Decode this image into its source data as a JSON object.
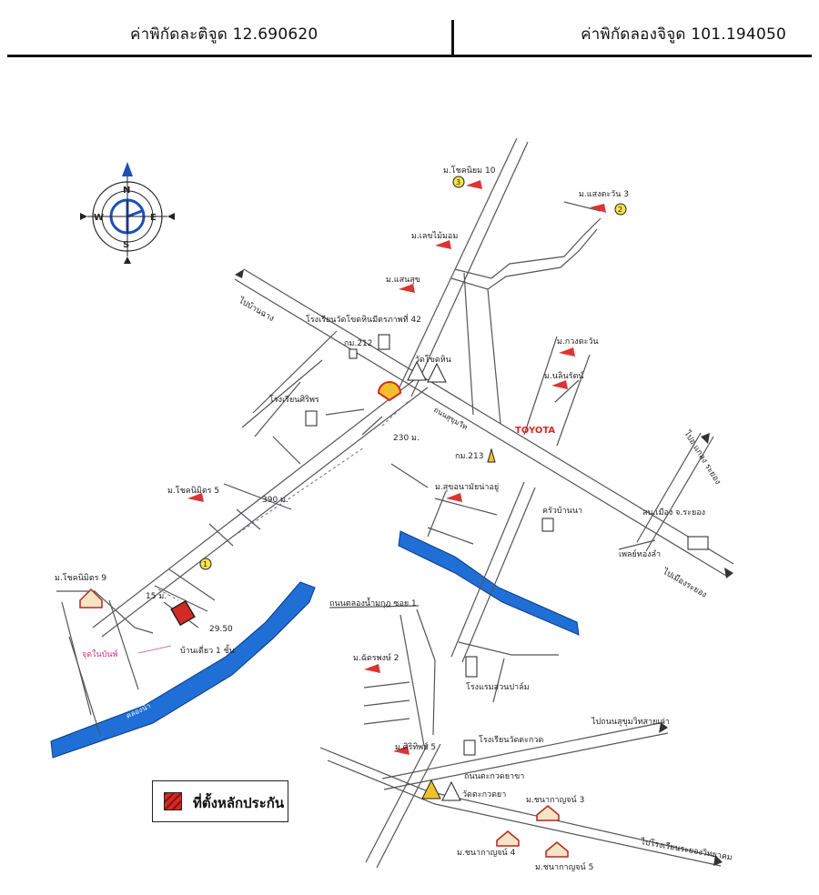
{
  "header": {
    "latitude": "ค่าพิกัดละติจูด 12.690620",
    "longitude": "ค่าพิกัดลองจิจูด 101.194050"
  },
  "compass": {
    "n": "N",
    "s": "S",
    "e": "E",
    "w": "W"
  },
  "labels": {
    "village_chokniyom10": "ม.โชคนิยม 10",
    "village_sengtawan3": "ม.แสงตะวัน 3",
    "village_bapiom": "ม.เลขไม้มอม",
    "village_saensuk": "ม.แสนสุข",
    "school42": "โรงเรียนวัดโขดหินมีตรภาพที่ 42",
    "police212": "กม.212",
    "school_sirikorn": "โรงเรียนศิริพร",
    "temple_khodhin": "วัดโขดหิน",
    "village_kwangtawan": "ม.กวงตะวัน",
    "village_nilrat": "ม.นลินรัตน์",
    "toyota": "TOYOTA",
    "km213": "กม.213",
    "village_suanpattana": "ม.สุขอนามัยน่าอยู่",
    "krua_baannah": "ครัวบ้านนา",
    "village_choknimit5": "ม.โชคนิมิตร 5",
    "village_choknimit9": "ม.โชคนิมิตร 9",
    "to_bankhai": "ไปบ้านฉาง",
    "to_rayong_city": "ไปเมืองระยอง",
    "to_rayong_right": "ไปอ.แกลง ระยอง",
    "rayong_city": "สน.เมือง จ.ระยอง",
    "plaza": "เพลย์ทองลำ",
    "dist_230": "230 ม.",
    "dist_390": "390 ม.",
    "dist_15": "15 ม.",
    "dist_29": "29.50",
    "house_label": "บ้านเดี่ยว 1 ชั้น",
    "ugc_label": "จุดในบันพ์",
    "soi1": "ถนนตลองน้ำมกุฎ ซอย 1",
    "village_chattraphong2": "ม.ฉัตรพงษ์ 2",
    "condo": "โรงแรมสวนปาล์ม",
    "village_siritip5": "ม.ศิริทิพย์ 5",
    "school_thukkrada": "โรงเรียนวัดตะกวด",
    "road_kradai": "ถนนตะกวดยาขา",
    "temple_kradai": "วัดตะกวดยา",
    "village_chanakan3": "ม.ชนากาญจน์ 3",
    "village_chanakan4": "ม.ชนากาญจน์ 4",
    "village_chanakan5": "ม.ชนากาญจน์ 5",
    "to_sukhumvit": "ไปถนนสุขุมวิทสายเก่า",
    "to_rayong_school": "ไปโรงเรียนระยองวิทยาคม",
    "road_3": "ถนนสุขุมวิท",
    "river_label": "คลองน้ำ",
    "mark_3": "3",
    "mark_2": "2",
    "mark_1": "1"
  },
  "legend": {
    "text": "ที่ตั้งหลักประกัน"
  },
  "colors": {
    "river": "#1f6fd6",
    "road": "#555555",
    "site": "#d42a26",
    "compass_accent": "#1d4fb8"
  }
}
